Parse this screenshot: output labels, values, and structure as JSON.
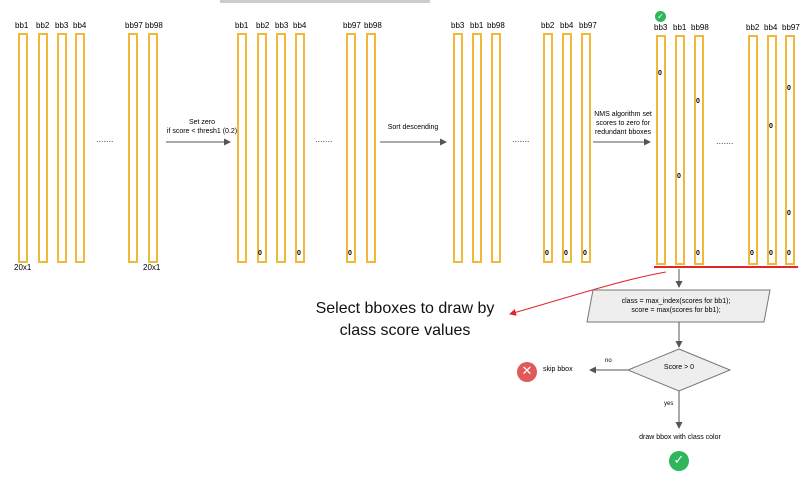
{
  "colors": {
    "bar": "#f2b83a",
    "nms_red": "#e1262a",
    "flow_gray": "#555555",
    "box_fill": "#eeeeee",
    "ok_green": "#2fb55a",
    "skip_red": "#e05a5a"
  },
  "groups": {
    "g1": {
      "labels": [
        "bb1",
        "bb2",
        "bb3",
        "bb4",
        "bb97",
        "bb98"
      ],
      "dim_left": "20x1",
      "dim_right": "20x1",
      "ellipsis": "......."
    },
    "g2": {
      "labels": [
        "bb1",
        "bb2",
        "bb3",
        "bb4",
        "bb97",
        "bb98"
      ],
      "zero": "0",
      "ellipsis": "......."
    },
    "g3": {
      "labels": [
        "bb3",
        "bb1",
        "bb98",
        "bb2",
        "bb4",
        "bb97"
      ],
      "zero": "0",
      "ellipsis": "......."
    },
    "g4": {
      "labels": [
        "bb3",
        "bb1",
        "bb98",
        "bb2",
        "bb4",
        "bb97"
      ],
      "zero": "0",
      "ellipsis": "......."
    }
  },
  "steps": {
    "set_zero": [
      "Set zero",
      "if score < thresh1 (0.2)"
    ],
    "sort": "Sort descending",
    "nms": [
      "NMS algorithm set",
      "scores to zero for",
      "redundant bboxes"
    ]
  },
  "flow": {
    "caption": [
      "Select bboxes to draw by",
      "class score values"
    ],
    "process": [
      "class = max_index(scores for bb1);",
      "score = max(scores for bb1);"
    ],
    "decision": "Score > 0",
    "no": "no",
    "yes": "yes",
    "skip": "skip bbox",
    "draw": "draw bbox with class color",
    "check_icon": "check-icon",
    "cross_icon": "cross-icon"
  }
}
